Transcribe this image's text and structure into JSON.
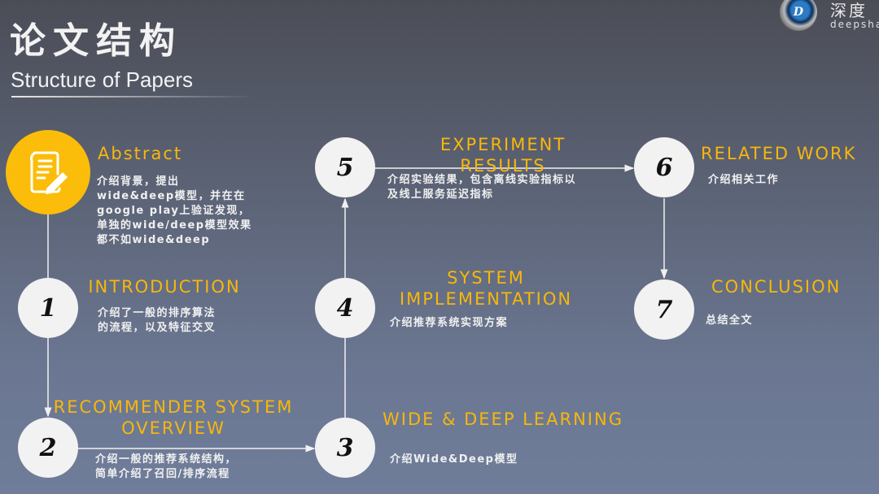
{
  "header": {
    "title_cn": "论文结构",
    "title_en": "Structure of Papers",
    "logo": {
      "text_cn": "深度",
      "text_en": "deepsha",
      "letter": "D"
    }
  },
  "colors": {
    "accent": "#f8b70a",
    "node": "#f2f2f2",
    "background_top": "#4b4d56",
    "background_bottom": "#6f7d9a"
  },
  "abstract": {
    "icon": "document-pen-icon",
    "title": "Abstract",
    "desc": [
      "介绍背景，提出",
      "wide&deep模型，并在在",
      "google play上验证发现，",
      "单独的wide/deep模型效果",
      "都不如wide&deep"
    ]
  },
  "sections": [
    {
      "num": "1",
      "title": [
        "INTRODUCTION"
      ],
      "desc": [
        "介绍了一般的排序算法",
        "的流程，以及特征交叉"
      ]
    },
    {
      "num": "2",
      "title": [
        "RECOMMENDER SYSTEM",
        "OVERVIEW"
      ],
      "desc": [
        "介绍一般的推荐系统结构，",
        "简单介绍了召回/排序流程"
      ]
    },
    {
      "num": "3",
      "title": [
        "WIDE & DEEP LEARNING"
      ],
      "desc": [
        "介绍Wide&Deep模型"
      ]
    },
    {
      "num": "4",
      "title": [
        "SYSTEM",
        "IMPLEMENTATION"
      ],
      "desc": [
        "介绍推荐系统实现方案"
      ]
    },
    {
      "num": "5",
      "title": [
        "EXPERIMENT",
        "RESULTS"
      ],
      "desc": [
        "介绍实验结果，包含离线实验指标以",
        "及线上服务延迟指标"
      ]
    },
    {
      "num": "6",
      "title": [
        "RELATED WORK"
      ],
      "desc": [
        "介绍相关工作"
      ]
    },
    {
      "num": "7",
      "title": [
        "CONCLUSION"
      ],
      "desc": [
        "总结全文"
      ]
    }
  ]
}
